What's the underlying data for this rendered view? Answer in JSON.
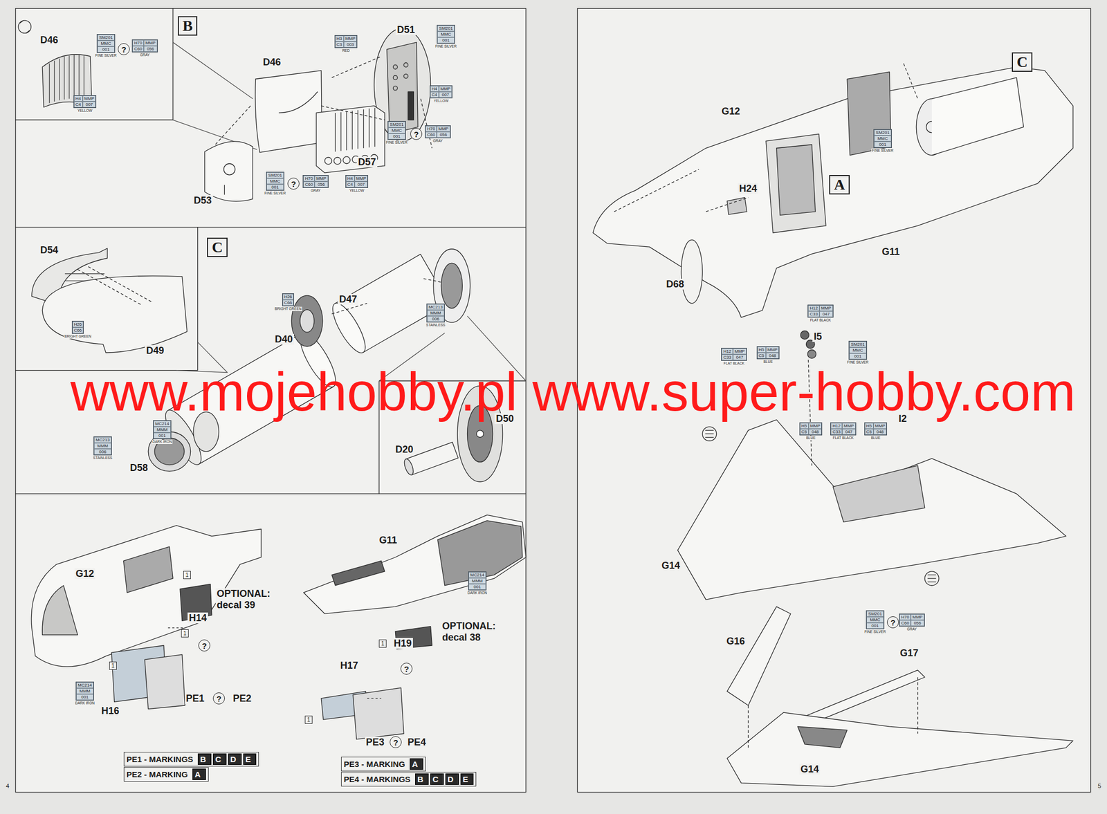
{
  "diagram": {
    "nodes": [
      {
        "text": [
          "B"
        ]
      },
      {
        "text": [
          "SM201",
          "MMC",
          "001",
          "FINE SILVER"
        ]
      },
      {
        "text": [
          "?"
        ]
      },
      {
        "text": [
          "H70",
          "MMP",
          "C60",
          "056",
          "GRAY"
        ]
      },
      {
        "text": [
          "H4",
          "MMP",
          "C4",
          "007",
          "YELLOW"
        ]
      },
      {
        "text": [
          "H3",
          "MMP",
          "C3",
          "003",
          "RED"
        ]
      },
      {
        "text": [
          "SM201",
          "MMC",
          "001",
          "FINE SILVER"
        ]
      },
      {
        "text": [
          "H4",
          "MMP",
          "C4",
          "007",
          "YELLOW"
        ]
      },
      {
        "text": [
          "SM201",
          "MMC",
          "001",
          "FINE SILVER"
        ]
      },
      {
        "text": [
          "?"
        ]
      },
      {
        "text": [
          "H70",
          "MMP",
          "C60",
          "056",
          "GRAY"
        ]
      },
      {
        "text": [
          "H4",
          "MMP",
          "C4",
          "007",
          "YELLOW"
        ]
      },
      {
        "text": [
          "SM201",
          "MMC",
          "001",
          "FINE SILVER"
        ]
      },
      {
        "text": [
          "?"
        ]
      },
      {
        "text": [
          "H70",
          "MMP",
          "C60",
          "056",
          "GRAY"
        ]
      },
      {
        "text": [
          "C"
        ]
      },
      {
        "text": [
          "H26",
          "C66",
          "BRIGHT GREEN"
        ]
      },
      {
        "text": [
          "H26",
          "C66",
          "BRIGHT GREEN"
        ]
      },
      {
        "text": [
          "MC213",
          "MMM",
          "006",
          "STAINLESS"
        ]
      },
      {
        "text": [
          "MC214",
          "MMM",
          "001",
          "DARK IRON"
        ]
      },
      {
        "text": [
          "MC213",
          "MMM",
          "006",
          "STAINLESS"
        ]
      },
      {
        "text": [
          "1"
        ]
      },
      {
        "text": [
          "1"
        ]
      },
      {
        "text": [
          "?"
        ]
      },
      {
        "text": [
          "MC214",
          "MMM",
          "001",
          "DARK IRON"
        ]
      },
      {
        "text": [
          "1"
        ]
      },
      {
        "text": [
          "?"
        ]
      },
      {
        "text": [
          "MC214",
          "MMM",
          "001",
          "DARK IRON"
        ]
      },
      {
        "text": [
          "1"
        ]
      },
      {
        "text": [
          "?"
        ]
      },
      {
        "text": [
          "1"
        ]
      },
      {
        "text": [
          "?"
        ]
      },
      {
        "text": [
          "PE1 - MARKINGS"
        ]
      },
      {
        "text": [
          "B"
        ],
        "in": 32
      },
      {
        "text": [
          "C"
        ],
        "in": 32
      },
      {
        "text": [
          "D"
        ],
        "in": 32
      },
      {
        "text": [
          "E"
        ],
        "in": 32
      },
      {
        "text": [
          "PE2 - MARKING"
        ]
      },
      {
        "text": [
          "A"
        ],
        "in": 37
      },
      {
        "text": [
          "PE3 - MARKING"
        ]
      },
      {
        "text": [
          "A"
        ],
        "in": 39
      },
      {
        "text": [
          "PE4 - MARKINGS"
        ]
      },
      {
        "text": [
          "B"
        ],
        "in": 41
      },
      {
        "text": [
          "C"
        ],
        "in": 41
      },
      {
        "text": [
          "D"
        ],
        "in": 41
      },
      {
        "text": [
          "E"
        ],
        "in": 41
      },
      {
        "text": [
          "C"
        ]
      },
      {
        "text": [
          "SM201",
          "MMC",
          "001",
          "FINE SILVER"
        ]
      },
      {
        "text": [
          "A"
        ]
      },
      {
        "text": [
          "H12",
          "MMP",
          "C33",
          "047",
          "FLAT BLACK"
        ]
      },
      {
        "text": [
          "H12",
          "MMP",
          "C33",
          "047",
          "FLAT BLACK"
        ]
      },
      {
        "text": [
          "H5",
          "MMP",
          "C5",
          "048",
          "BLUE"
        ]
      },
      {
        "text": [
          "SM201",
          "MMC",
          "001",
          "FINE SILVER"
        ]
      },
      {
        "text": [
          "H5",
          "MMP",
          "C5",
          "048",
          "BLUE"
        ]
      },
      {
        "text": [
          "H12",
          "MMP",
          "C33",
          "047",
          "FLAT BLACK"
        ]
      },
      {
        "text": [
          "H5",
          "MMP",
          "C5",
          "048",
          "BLUE"
        ]
      },
      {
        "text": [
          "SM201",
          "MMC",
          "001",
          "FINE SILVER"
        ]
      },
      {
        "text": [
          "?"
        ]
      },
      {
        "text": [
          "H70",
          "MMP",
          "C60",
          "056",
          "GRAY"
        ]
      }
    ],
    "labels": [
      "D46",
      "D46",
      "D51",
      "D57",
      "D53",
      "D54",
      "D49",
      "D47",
      "D40",
      "D58",
      "D50",
      "D20",
      "G12",
      "H14",
      "OPTIONAL: decal 39",
      "G11",
      "H19",
      "OPTIONAL: decal 38",
      "H16",
      "H17",
      "PE1",
      "PE2",
      "PE3",
      "PE4",
      "4",
      "G12",
      "H24",
      "G11",
      "D68",
      "I5",
      "I2",
      "G14",
      "G16",
      "G17",
      "G14",
      "5",
      "www.mojehobby.pl www.super-hobby.com"
    ]
  }
}
